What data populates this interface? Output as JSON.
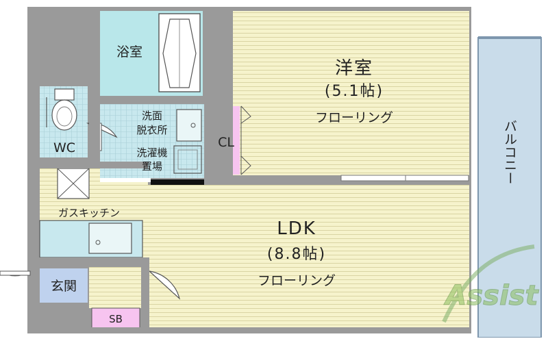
{
  "rooms": {
    "western": {
      "name": "洋室",
      "size": "(5.1帖)",
      "floor": "フローリング"
    },
    "ldk": {
      "name": "LDK",
      "size": "(8.8帖)",
      "floor": "フローリング"
    },
    "bath": "浴室",
    "wc": "WC",
    "washroom": [
      "洗面",
      "脱衣所",
      "洗濯機",
      "置場"
    ],
    "closet": "CL",
    "kitchen": "ガスキッチン",
    "entrance": "玄関",
    "shoebox": "SB",
    "balcony": "バルコニー"
  },
  "logo": {
    "text": "Assist"
  },
  "colors": {
    "wall": "#9a9a9a",
    "floor_wood": "#f6f3cc",
    "bath": "#b9e7ea",
    "water_area": "#c8e8ee",
    "closet": "#f7c4f0",
    "entrance": "#bfd2ee",
    "balcony": "#c9dcea"
  }
}
